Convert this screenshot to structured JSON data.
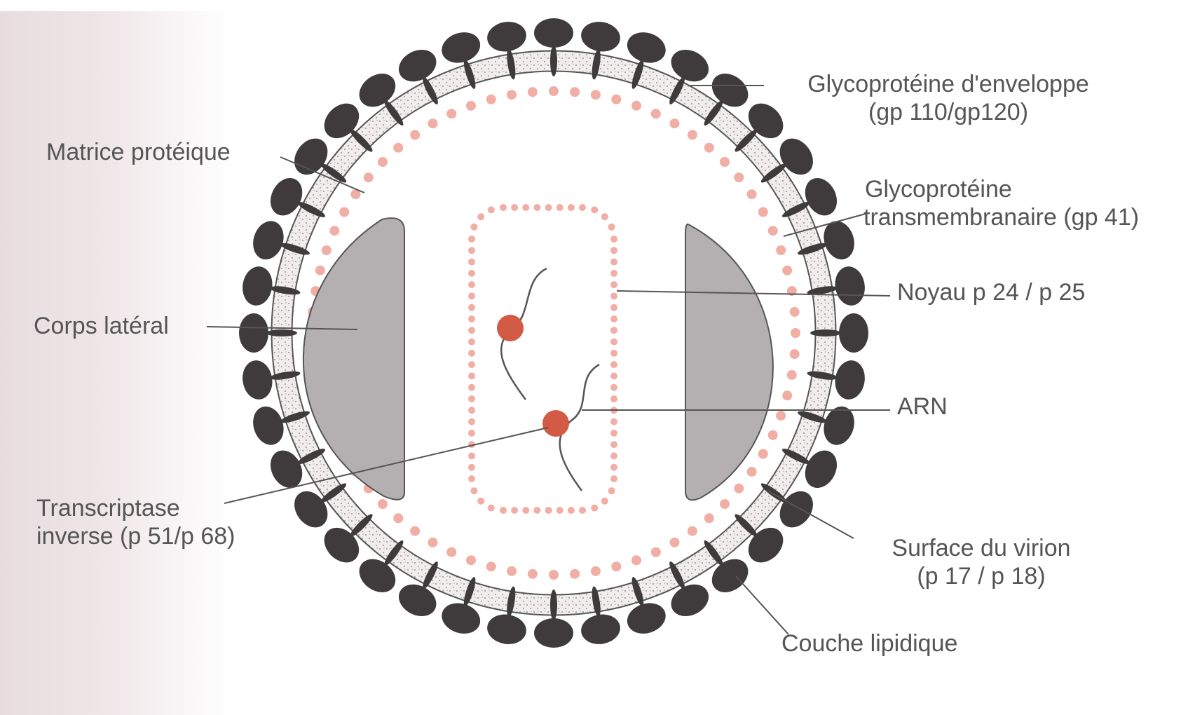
{
  "labels": {
    "envelope_glycoprotein": {
      "line1": "Glycoprotéine d'enveloppe",
      "line2": "(gp 110/gp120)"
    },
    "protein_matrix": "Matrice protéique",
    "transmembrane_glycoprotein": {
      "line1": "Glycoprotéine",
      "line2": "transmembranaire (gp 41)"
    },
    "core": "Noyau  p 24 / p 25",
    "lateral_body": "Corps latéral",
    "rna": "ARN",
    "reverse_transcriptase": {
      "line1": "Transcriptase",
      "line2": "inverse (p 51/p 68)"
    },
    "virion_surface": {
      "line1": "Surface du virion",
      "line2": "(p 17 / p 18)"
    },
    "lipid_layer": "Couche lipidique"
  },
  "colors": {
    "knob": "#3f3a3b",
    "membrane_stroke": "#555555",
    "membrane_fill": "#eeeaea",
    "matrix_dots": "#f0aea4",
    "lateral_body": "#b4b0b2",
    "enzyme": "#d35a44",
    "text": "#555555"
  }
}
